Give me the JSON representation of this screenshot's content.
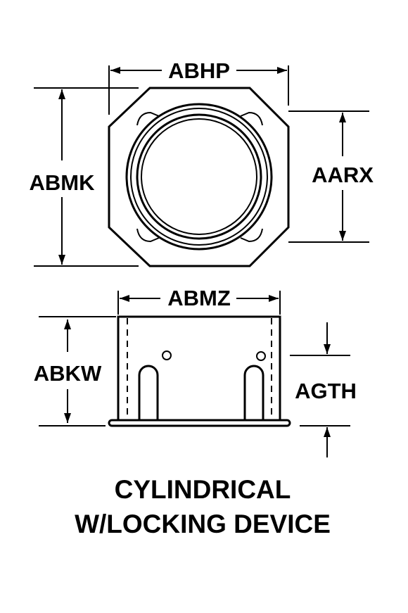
{
  "colors": {
    "ink": "#000000",
    "paper": "#ffffff"
  },
  "top_view": {
    "width_label": "ABHP",
    "height_label": "ABMK",
    "inner_label": "AARX"
  },
  "side_view": {
    "width_label": "ABMZ",
    "height_label": "ABKW",
    "thickness_label": "AGTH"
  },
  "caption": {
    "line1": "CYLINDRICAL",
    "line2": "W/LOCKING DEVICE"
  }
}
